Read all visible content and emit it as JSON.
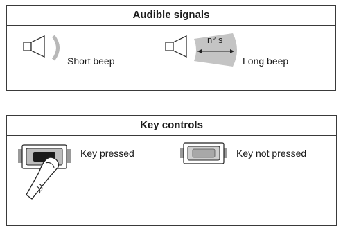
{
  "audible": {
    "title": "Audible signals",
    "short": {
      "label": "Short beep",
      "icon": "speaker-icon"
    },
    "long": {
      "label": "Long beep",
      "duration_label": "n° s",
      "icon": "speaker-icon"
    }
  },
  "keys": {
    "title": "Key controls",
    "pressed": {
      "label": "Key pressed",
      "icon": "key-pressed-icon"
    },
    "not_pressed": {
      "label": "Key not pressed",
      "icon": "key-icon"
    }
  },
  "colors": {
    "border": "#3a3a3a",
    "wave": "#b8b8b8",
    "key_dark": "#1a1a1a",
    "key_gray": "#a8a8a8"
  }
}
